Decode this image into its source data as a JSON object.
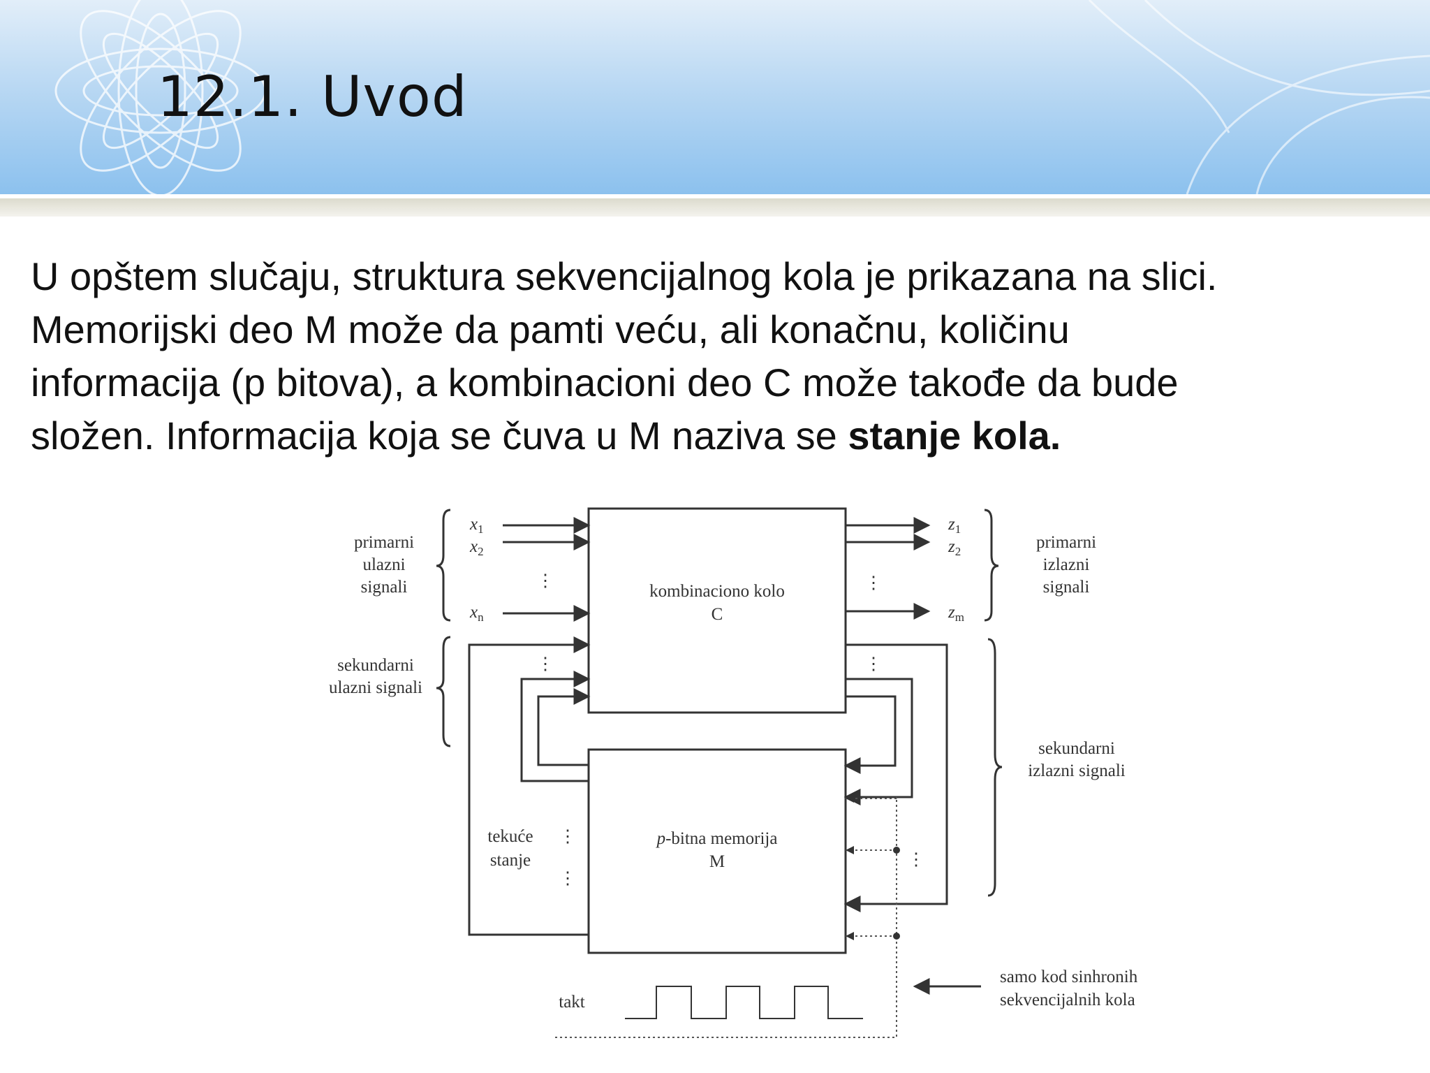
{
  "slide": {
    "title": "12.1. Uvod",
    "paragraph": {
      "line1": "U opštem slučaju, struktura sekvencijalnog kola je prikazana na slici.",
      "line2": "Memorijski deo M može da pamti veću, ali konačnu, količinu",
      "line3": "informacija (p bitova), a kombinacioni deo C može takođe da bude",
      "line4_plain": "složen. Informacija koja se čuva u M naziva se ",
      "line4_bold": "stanje kola."
    }
  },
  "diagram": {
    "labels": {
      "primary_inputs": [
        "primarni",
        "ulazni",
        "signali"
      ],
      "secondary_inputs": [
        "sekundarni",
        "ulazni signali"
      ],
      "primary_outputs": [
        "primarni",
        "izlazni",
        "signali"
      ],
      "secondary_outputs": [
        "sekundarni",
        "izlazni signali"
      ],
      "current_state": [
        "tekuće",
        "stanje"
      ],
      "clock": "takt",
      "sync_note": [
        "samo kod sinhronih",
        "sekvencijalnih kola"
      ]
    },
    "combinational_block": {
      "line1": "kombinaciono kolo",
      "line2": "C"
    },
    "memory_block": {
      "prefix": "p",
      "line1_rest": "-bitna memorija",
      "line2": "M"
    },
    "inputs": [
      {
        "var": "x",
        "sub": "1"
      },
      {
        "var": "x",
        "sub": "2"
      },
      {
        "var": "x",
        "sub": "n"
      }
    ],
    "outputs": [
      {
        "var": "z",
        "sub": "1"
      },
      {
        "var": "z",
        "sub": "2"
      },
      {
        "var": "z",
        "sub": "m"
      }
    ],
    "ellipsis": "⋮"
  },
  "colors": {
    "header_top": "#d6e8f8",
    "header_mid": "#8ec3ef",
    "header_stripe": "#c8c5b0",
    "line": "#333333"
  }
}
